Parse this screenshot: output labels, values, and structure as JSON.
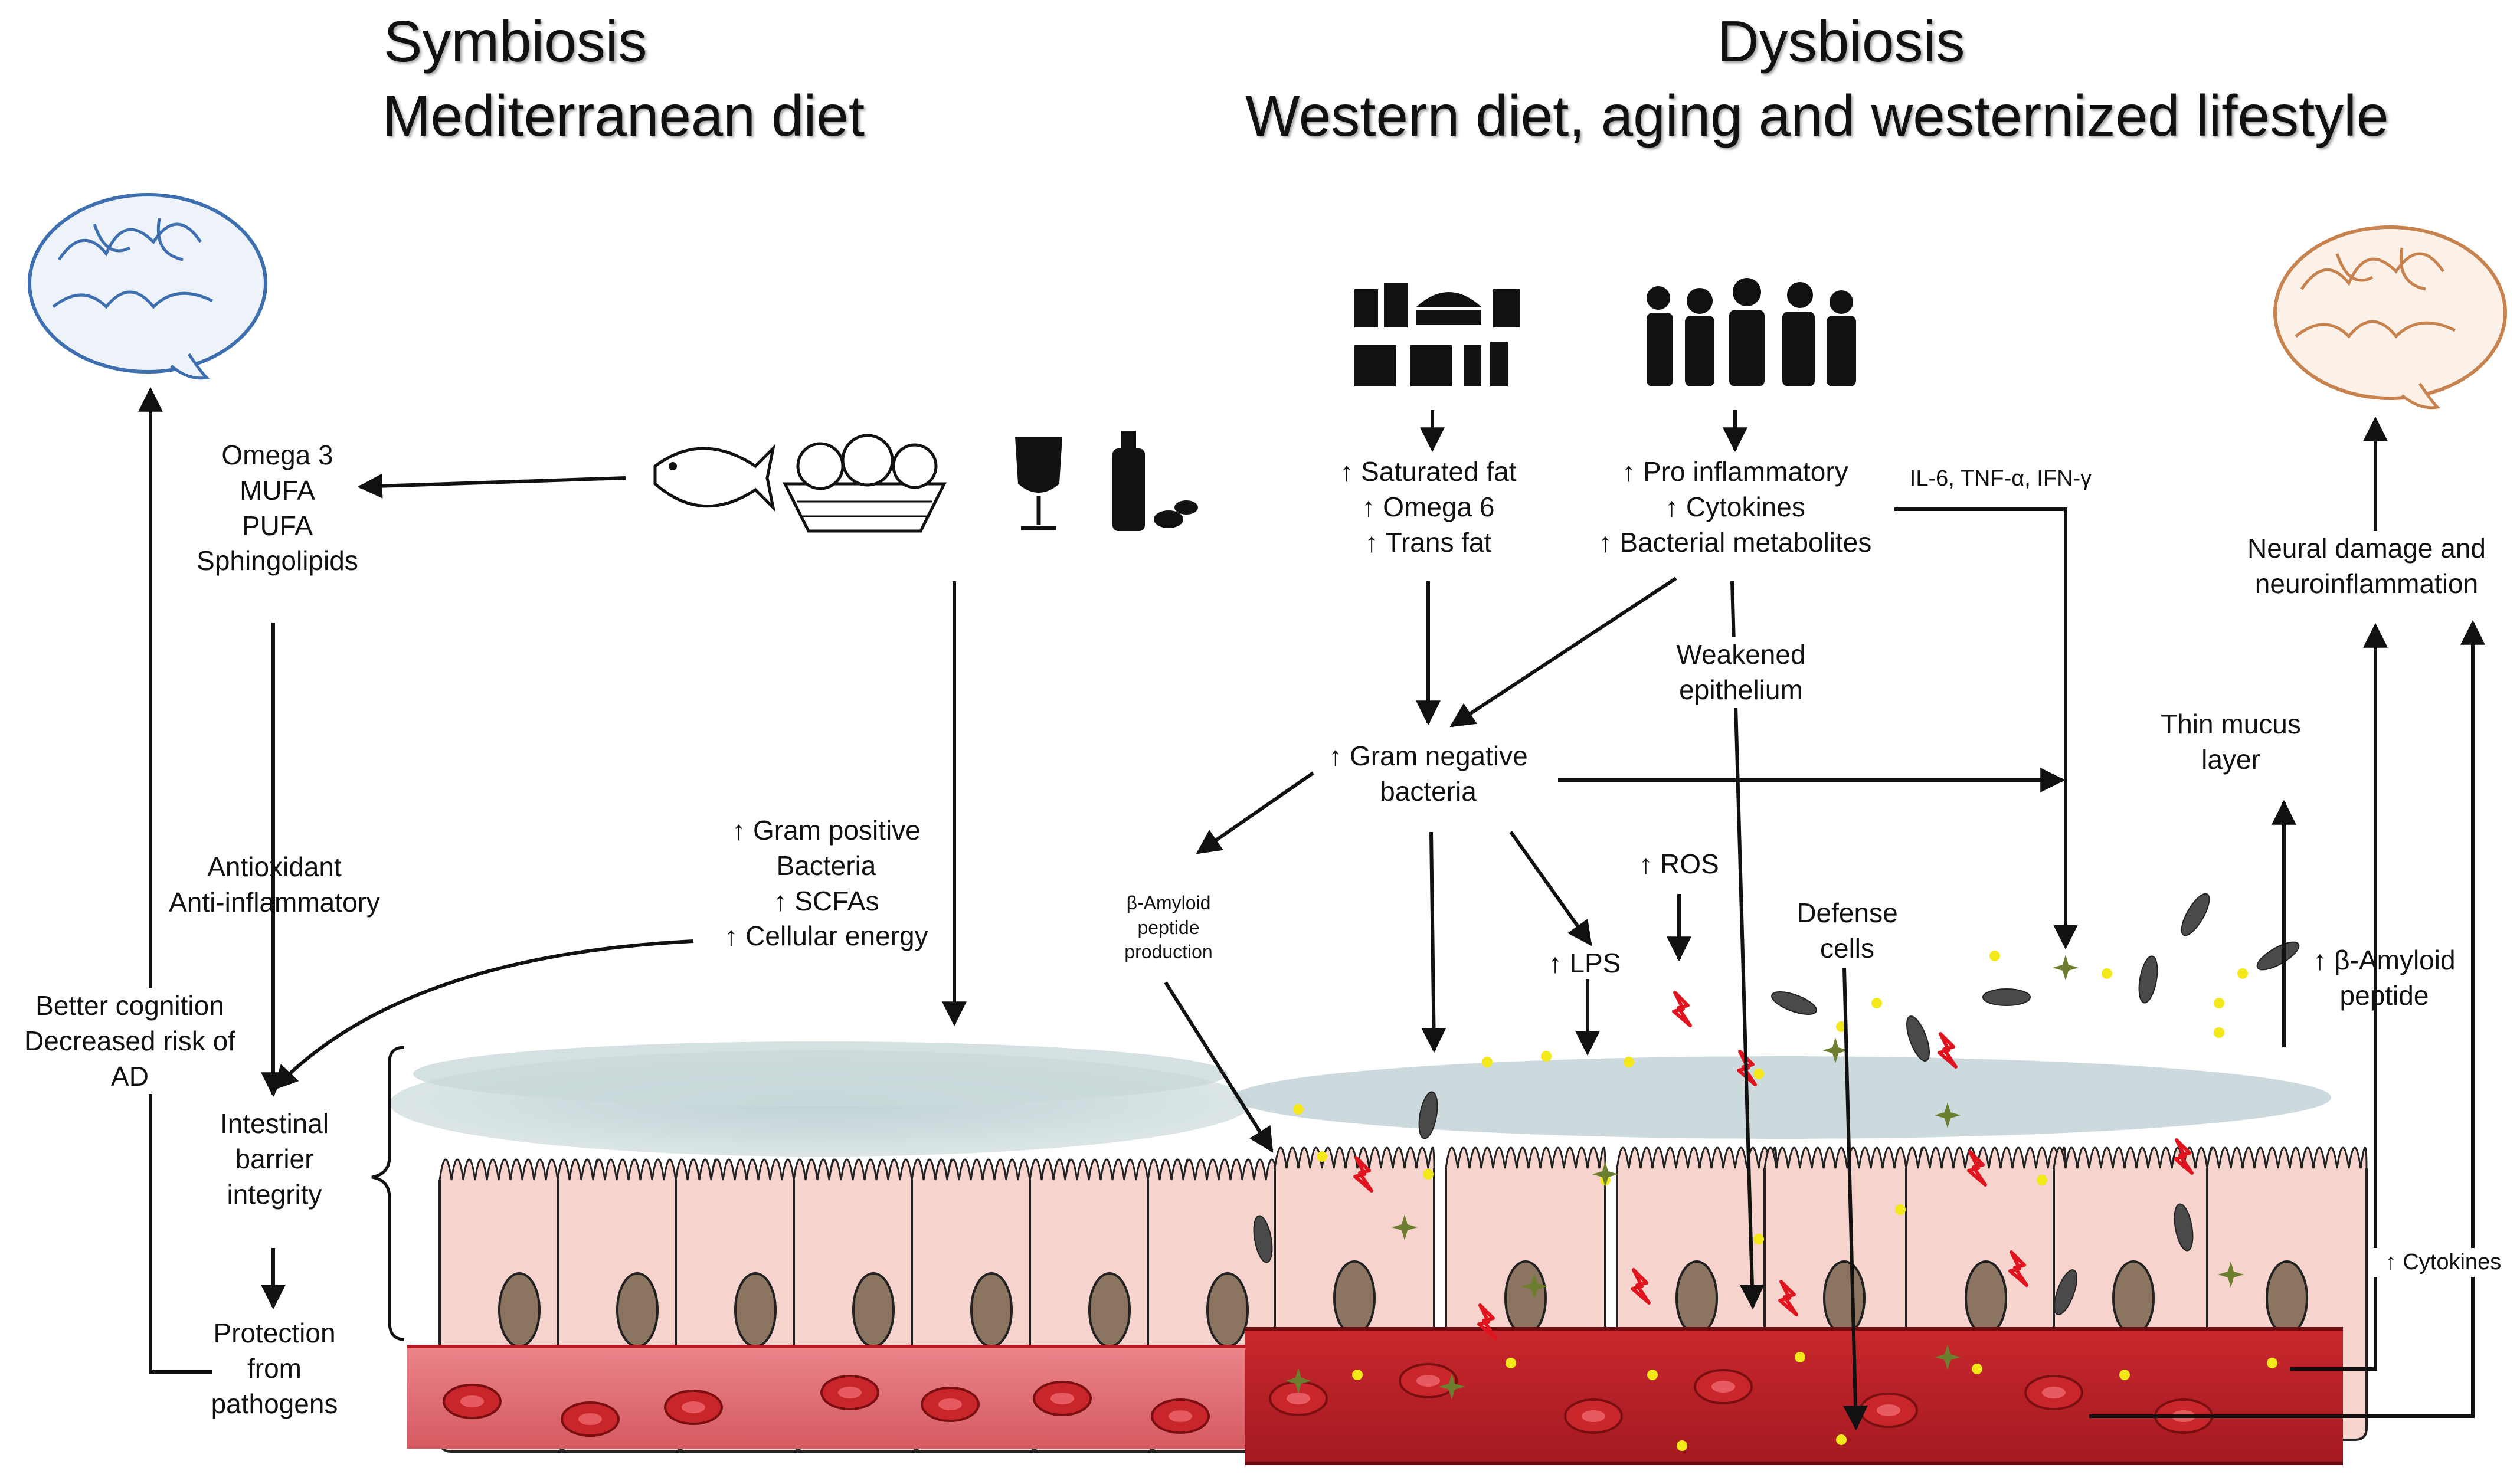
{
  "symbiosis": {
    "title_line1": "Symbiosis",
    "title_line2": "Mediterranean diet",
    "lipids": [
      "Omega 3",
      "MUFA",
      "PUFA",
      "Sphingolipids"
    ],
    "effects": [
      "Antioxidant",
      "Anti-inflammatory"
    ],
    "gram_positive": [
      "↑ Gram positive",
      "Bacteria",
      "↑ SCFAs",
      "↑ Cellular energy"
    ],
    "barrier": [
      "Intestinal",
      "barrier",
      "integrity"
    ],
    "protection": [
      "Protection",
      "from",
      "pathogens"
    ],
    "cognition": [
      "Better cognition",
      "Decreased risk of",
      "AD"
    ],
    "icons": [
      "brain-icon",
      "fish-icon",
      "fruit-basket-icon",
      "wine-glass-icon",
      "olive-oil-icon"
    ],
    "brain_color": "#3d6fb0"
  },
  "dysbiosis": {
    "title_line1": "Dysbiosis",
    "title_line2": "Western diet, aging and westernized lifestyle",
    "fats": [
      "↑ Saturated fat",
      "↑ Omega 6",
      "↑ Trans fat"
    ],
    "inflammation": [
      "↑ Pro inflammatory",
      "↑ Cytokines",
      "↑ Bacterial metabolites"
    ],
    "cytokine_list": "IL-6, TNF-α, IFN-γ",
    "weakened": [
      "Weakened",
      "epithelium"
    ],
    "gram_negative": [
      "↑ Gram negative",
      "bacteria"
    ],
    "amyloid_production": [
      "β-Amyloid",
      "peptide",
      "production"
    ],
    "ros": "↑ ROS",
    "lps": "↑ LPS",
    "defense": [
      "Defense",
      "cells"
    ],
    "thin_mucus": [
      "Thin mucus",
      "layer"
    ],
    "amyloid_peptide": [
      "↑ β-Amyloid",
      "peptide"
    ],
    "neural": [
      "Neural damage and",
      "neuroinflammation"
    ],
    "cytokines_small": "↑ Cytokines",
    "icons": [
      "fast-food-icon",
      "people-silhouette-icon",
      "brain-icon"
    ],
    "brain_color": "#c8824e"
  },
  "colors": {
    "cell_fill": "#f6d3cc",
    "nucleus": "#8c7560",
    "mucus": "#9fb7bc",
    "blood": "#d0343a",
    "bacteria_dark": "#444444",
    "lps_yellow": "#f2e81a",
    "star_green": "#6b7f2e",
    "ros_red": "#e0141e"
  }
}
